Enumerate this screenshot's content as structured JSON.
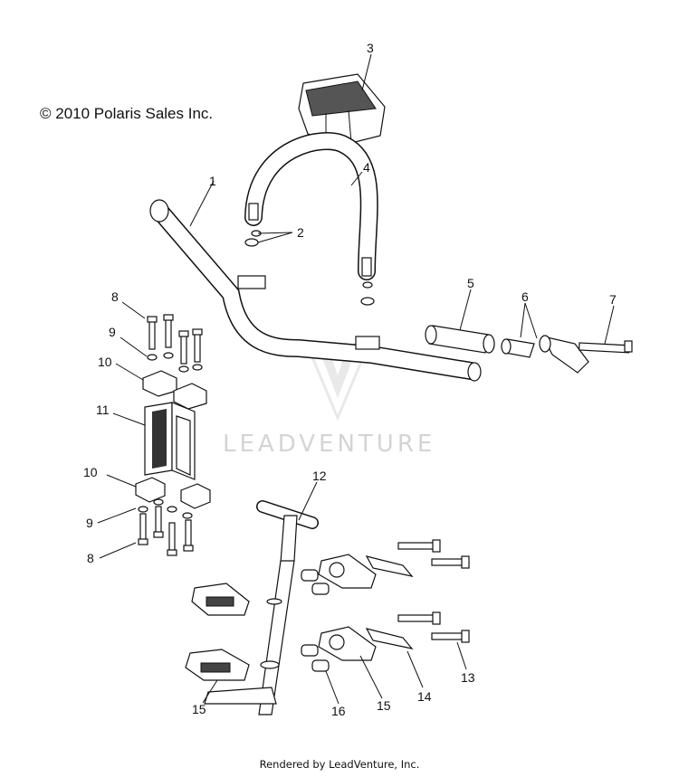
{
  "copyright": "© 2010 Polaris Sales Inc.",
  "watermark": "LEADVENTURE",
  "footer": "Rendered by LeadVenture, Inc.",
  "callouts": {
    "c1": "1",
    "c2": "2",
    "c3": "3",
    "c4": "4",
    "c5": "5",
    "c6": "6",
    "c7": "7",
    "c8a": "8",
    "c9a": "9",
    "c10a": "10",
    "c11": "11",
    "c10b": "10",
    "c9b": "9",
    "c8b": "8",
    "c12": "12",
    "c13": "13",
    "c14": "14",
    "c15a": "15",
    "c15b": "15",
    "c16": "16"
  }
}
